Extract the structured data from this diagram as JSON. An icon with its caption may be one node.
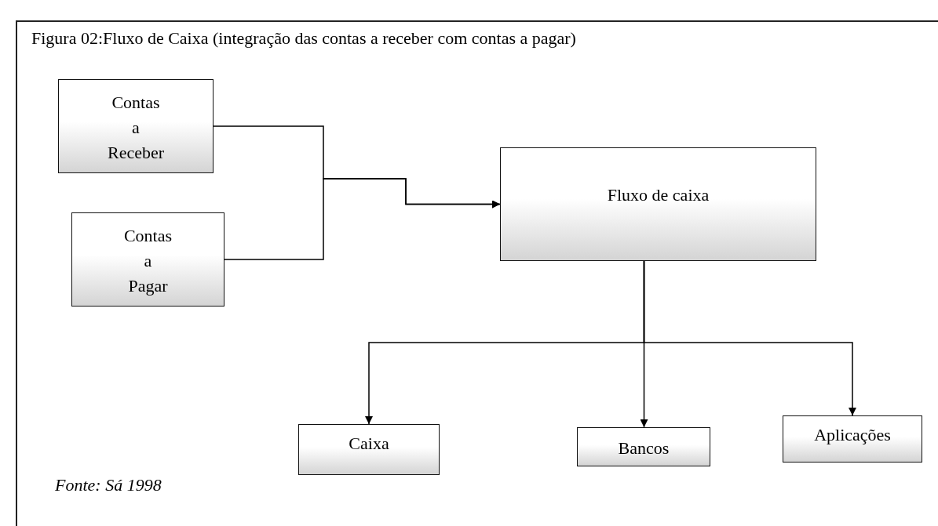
{
  "diagram": {
    "title": "Figura 02:Fluxo de Caixa (integração das contas a receber com contas a pagar)",
    "caption": "Fonte: Sá 1998",
    "nodes": [
      {
        "text": [
          "Contas a Receber"
        ]
      },
      {
        "text": [
          "Contas a Pagar"
        ]
      },
      {
        "text": [
          "Fluxo de caixa"
        ]
      },
      {
        "text": [
          "Caixa"
        ]
      },
      {
        "text": [
          "Bancos"
        ]
      },
      {
        "text": [
          "Aplicações"
        ]
      }
    ],
    "edges": [
      {
        "from": 0,
        "to": 2,
        "arrow": "to"
      },
      {
        "from": 1,
        "to": 2,
        "arrow": "to"
      },
      {
        "from": 2,
        "to": 3,
        "arrow": "to"
      },
      {
        "from": 2,
        "to": 4,
        "arrow": "to"
      },
      {
        "from": 2,
        "to": 5,
        "arrow": "to"
      }
    ]
  }
}
